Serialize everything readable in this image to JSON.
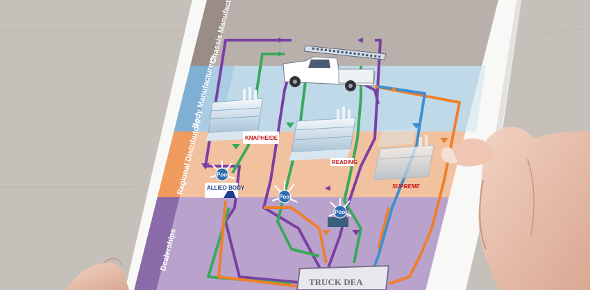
{
  "bands": {
    "chassis": "Chassis Manufactu",
    "body": "Body Manufacturers",
    "regional": "Regional Distributors",
    "dealer": "Dealerships"
  },
  "brands": {
    "knapheide": "KNAPHEIDE",
    "reading": "READING",
    "supreme": "SUPREME",
    "allied": "ALLIED BODY"
  },
  "pool_label": "Pool",
  "dealer_box": "TRUCK DEA",
  "colors": {
    "purple": "#7b3fa3",
    "green": "#3aa85c",
    "orange": "#f07f2a",
    "blue": "#3f8fcf",
    "chassis_band": "#b9b0ac",
    "body_band": "#aacde3",
    "regional_band": "#f2c2a0",
    "dealer_band": "#b9a3cc"
  }
}
